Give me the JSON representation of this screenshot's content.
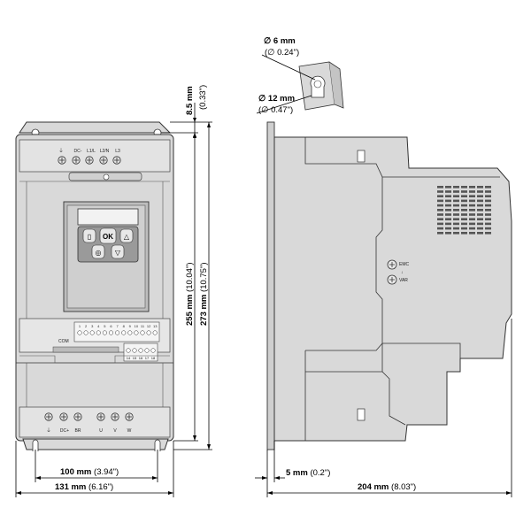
{
  "dimensions": {
    "hole_small": {
      "label": "∅ 6 mm",
      "sub": "(∅ 0.24\")"
    },
    "hole_large": {
      "label": "∅ 12 mm",
      "sub": "(∅ 0.47\")"
    },
    "top_offset": {
      "label": "8.5 mm",
      "sub": "(0.33\")"
    },
    "height_inner": {
      "label": "255 mm",
      "sub": "(10.04\")"
    },
    "height_total": {
      "label": "273 mm",
      "sub": "(10.75\")"
    },
    "width_inner": {
      "label": "100 mm",
      "sub": "(3.94\")"
    },
    "width_total": {
      "label": "131 mm",
      "sub": "(6.16\")"
    },
    "flange": {
      "label": "5 mm",
      "sub": "(0.2\")"
    },
    "depth": {
      "label": "204 mm",
      "sub": "(8.03\")"
    }
  },
  "front": {
    "top_terminals": [
      "⏚",
      "DC-",
      "L1/L",
      "L2/N",
      "L3"
    ],
    "bottom_terminals": [
      "⏚",
      "DC+",
      "BR",
      "U",
      "V",
      "W"
    ],
    "keypad": {
      "ok": "OK"
    },
    "com_label": "COM",
    "control_numbers_top": [
      "1",
      "2",
      "3",
      "4",
      "5",
      "6",
      "7",
      "8",
      "9",
      "10",
      "11",
      "12",
      "13"
    ],
    "control_numbers_bottom": [
      "14",
      "15",
      "16",
      "17",
      "18"
    ]
  },
  "side": {
    "emc_label": "EMC",
    "var_label": "VAR"
  }
}
